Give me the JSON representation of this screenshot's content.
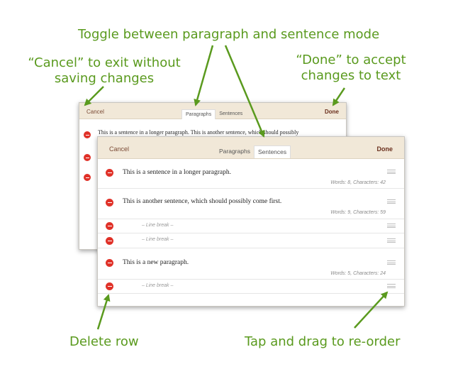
{
  "callouts": {
    "toggle": "Toggle between paragraph and sentence mode",
    "cancel_line1": "“Cancel” to exit without",
    "cancel_line2": "saving changes",
    "done_line1": "“Done” to accept",
    "done_line2": "changes to text",
    "delete": "Delete row",
    "drag": "Tap and drag to re-order"
  },
  "toolbar": {
    "cancel": "Cancel",
    "done": "Done",
    "tabs": [
      "Paragraphs",
      "Sentences"
    ]
  },
  "back_panel": {
    "active_tab": "Paragraphs",
    "paragraph_text": "This is a sentence in a longer paragraph. This is another sentence, which should possibly"
  },
  "front_panel": {
    "active_tab": "Sentences",
    "rows": [
      {
        "kind": "sentence",
        "text": "This is a sentence in a longer paragraph.",
        "meta": "Words: 8, Characters: 42"
      },
      {
        "kind": "sentence",
        "text": "This is another sentence, which should possibly come first.",
        "meta": "Words: 9, Characters: 59"
      },
      {
        "kind": "break",
        "text": "– Line break –"
      },
      {
        "kind": "break",
        "text": "– Line break –"
      },
      {
        "kind": "sentence",
        "text": "This is a new paragraph.",
        "meta": "Words: 5, Characters: 24"
      },
      {
        "kind": "break",
        "text": "– Line break –"
      }
    ]
  },
  "colors": {
    "annotation": "#5a9a1e",
    "toolbar_bg": "#f1e8d8",
    "delete": "#e03128",
    "done_text": "#6a2f1d"
  }
}
